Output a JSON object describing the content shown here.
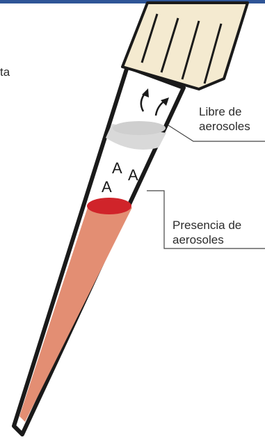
{
  "diagram": {
    "cut_text": "ta",
    "labels": {
      "free": [
        "Libre de",
        "aerosoles"
      ],
      "present": [
        "Presencia de",
        "aerosoles"
      ]
    },
    "aerosol_symbol": "A",
    "colors": {
      "top_bar": "#2f5597",
      "filter_cap": "#f4ead0",
      "filter_disc": "#d9d9d9",
      "liquid_top": "#d0242a",
      "liquid_body": "#e38e73",
      "outline": "#1a1a1a",
      "leader_line": "#444444"
    }
  }
}
